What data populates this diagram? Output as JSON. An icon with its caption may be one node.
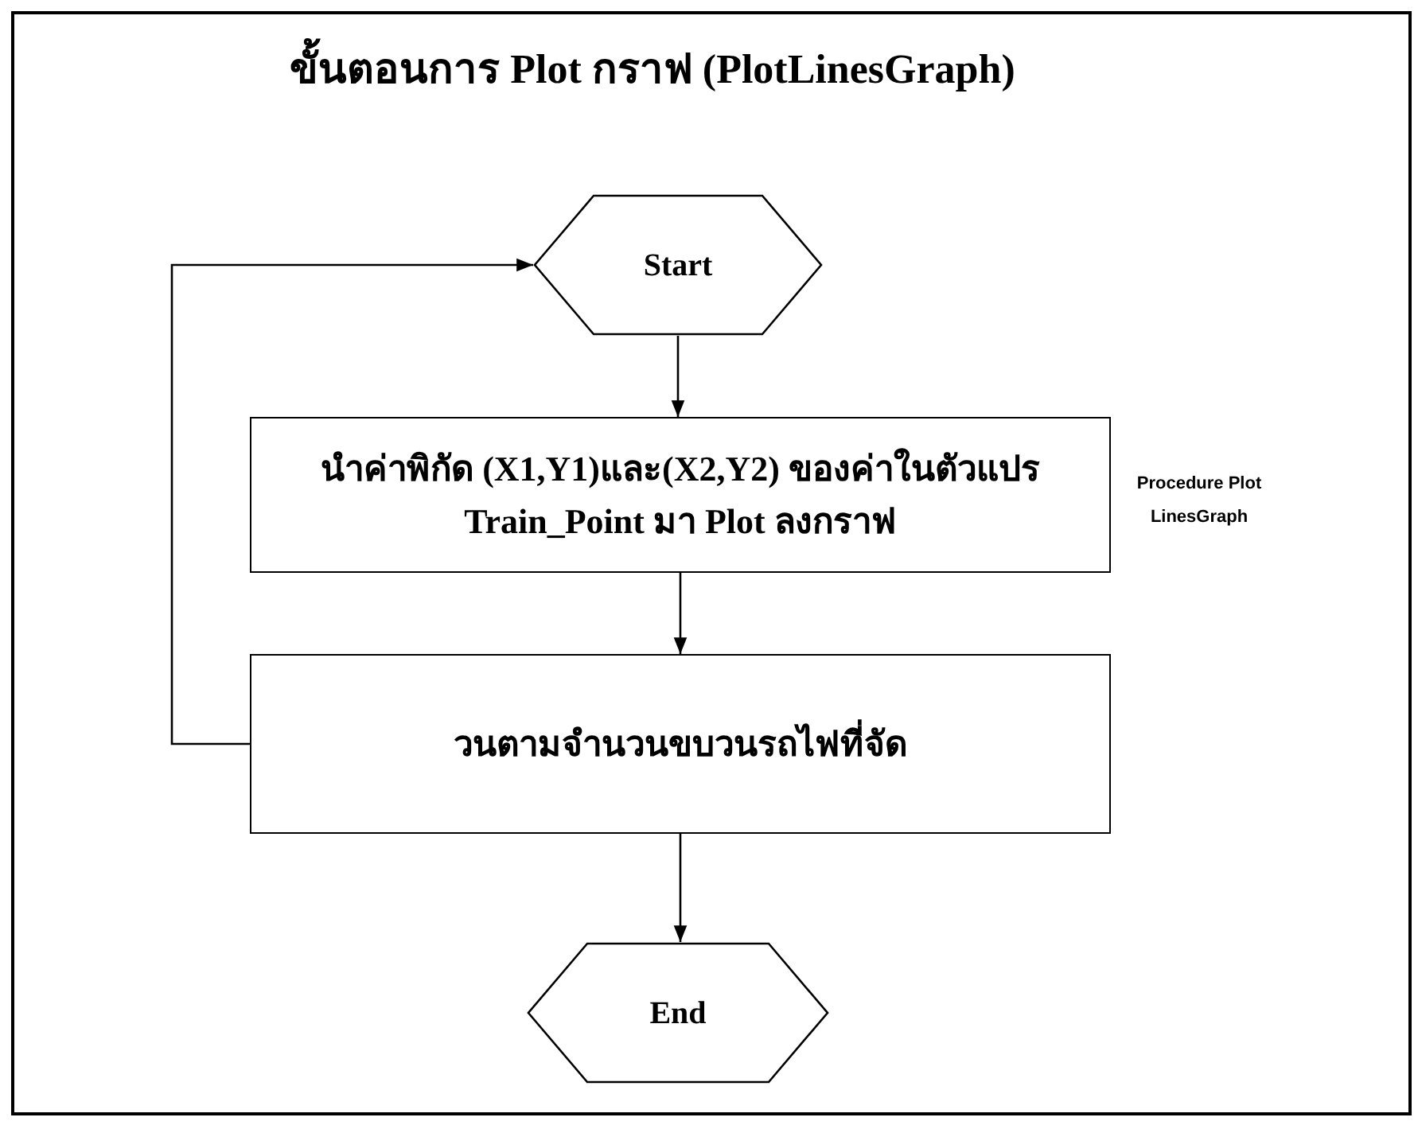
{
  "diagram": {
    "title": "ขั้นตอนการ Plot กราฟ (PlotLinesGraph)",
    "nodes": [
      {
        "text": [
          "Start"
        ]
      },
      {
        "text": [
          "นำค่าพิกัด (X1,Y1)และ(X2,Y2) ของค่าในตัวแปร Train_Point มา Plot ลงกราฟ"
        ],
        "beside": [
          "Procedure Plot LinesGraph"
        ]
      },
      {
        "text": [
          "วนตามจำนวนขบวนรถไฟที่จัด"
        ]
      },
      {
        "text": [
          "End"
        ]
      }
    ],
    "edges": [
      {
        "from": 0,
        "to": 1,
        "arrow": "to"
      },
      {
        "from": 1,
        "to": 2,
        "arrow": "to"
      },
      {
        "from": 2,
        "to": 0,
        "arrow": "to"
      },
      {
        "from": 2,
        "to": 3,
        "arrow": "to"
      }
    ]
  }
}
